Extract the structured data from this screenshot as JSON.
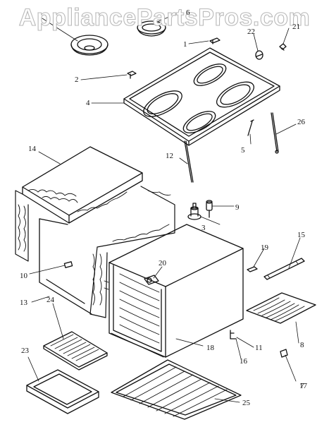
{
  "watermark": "AppliancePartsPros.com",
  "callouts": [
    {
      "id": "c1",
      "text": "1"
    },
    {
      "id": "c2",
      "text": "2"
    },
    {
      "id": "c3",
      "text": "3"
    },
    {
      "id": "c4",
      "text": "4"
    },
    {
      "id": "c5",
      "text": "5"
    },
    {
      "id": "c6",
      "text": "6"
    },
    {
      "id": "c7",
      "text": "7"
    },
    {
      "id": "c8",
      "text": "8"
    },
    {
      "id": "c9",
      "text": "9"
    },
    {
      "id": "c10",
      "text": "10"
    },
    {
      "id": "c11",
      "text": "11"
    },
    {
      "id": "c12",
      "text": "12"
    },
    {
      "id": "c13",
      "text": "13"
    },
    {
      "id": "c14",
      "text": "14"
    },
    {
      "id": "c15",
      "text": "15"
    },
    {
      "id": "c16",
      "text": "16"
    },
    {
      "id": "c17",
      "text": "17"
    },
    {
      "id": "c18",
      "text": "18"
    },
    {
      "id": "c19",
      "text": "19"
    },
    {
      "id": "c20",
      "text": "20"
    },
    {
      "id": "c21",
      "text": "21"
    },
    {
      "id": "c22",
      "text": "22"
    },
    {
      "id": "c23",
      "text": "23"
    },
    {
      "id": "c24",
      "text": "24"
    },
    {
      "id": "c25",
      "text": "25"
    },
    {
      "id": "c26",
      "text": "26"
    }
  ]
}
